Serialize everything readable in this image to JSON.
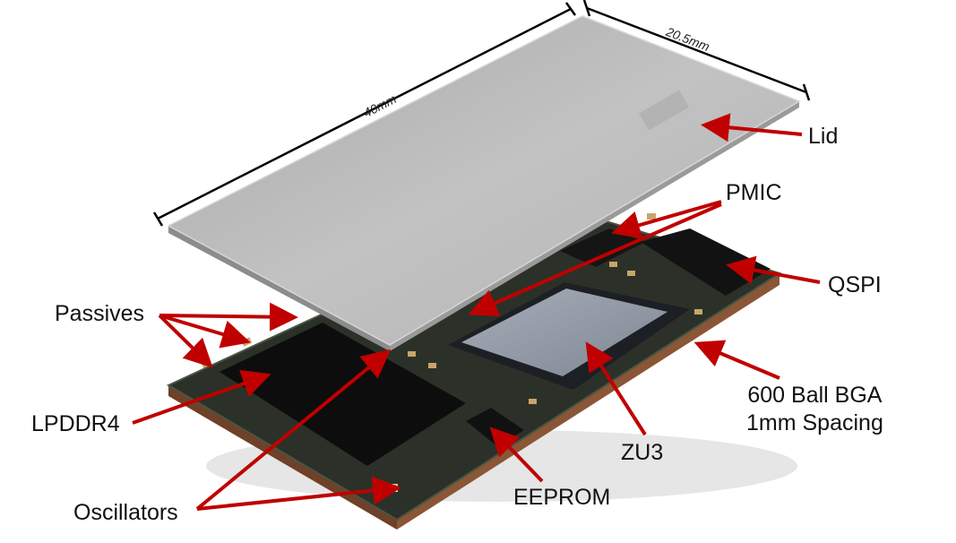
{
  "dimensions": {
    "length": "40mm",
    "width": "20.5mm"
  },
  "labels": {
    "lid": "Lid",
    "pmic": "PMIC",
    "qspi": "QSPI",
    "bga_line1": "600 Ball BGA",
    "bga_line2": "1mm Spacing",
    "zu3": "ZU3",
    "eeprom": "EEPROM",
    "oscillators": "Oscillators",
    "lpddr4": "LPDDR4",
    "passives": "Passives"
  },
  "colors": {
    "arrow": "#c00000",
    "lid": "#b9b9b9",
    "pcb": "#2b3128",
    "substrate": "#7a4a2c",
    "chip": "#0d0d0d",
    "die": "#8e96a3"
  }
}
